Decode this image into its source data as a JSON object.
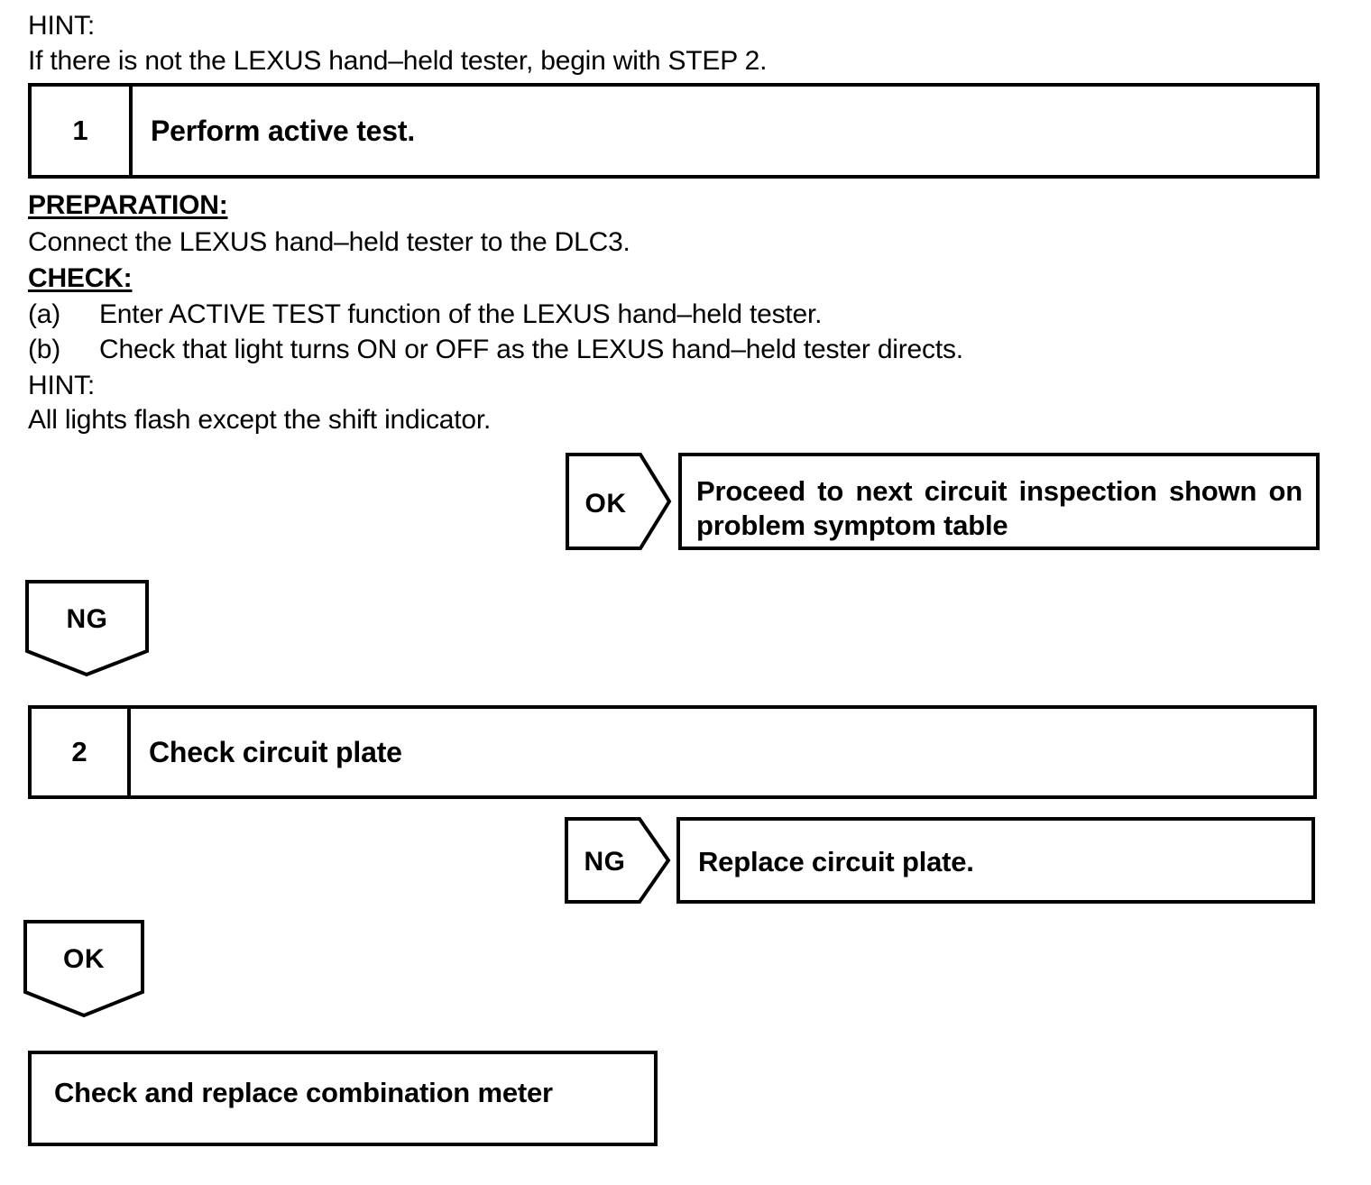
{
  "document": {
    "type": "service-manual-troubleshooting-flowchart",
    "ink_color": "#000000",
    "paper_color": "#ffffff"
  },
  "intro": {
    "hint_label": "HINT:",
    "hint_text": "If there is not the LEXUS hand–held tester, begin with STEP 2."
  },
  "step1": {
    "number": "1",
    "title": "Perform active test."
  },
  "details": {
    "preparation_label": "PREPARATION:",
    "preparation_text": "Connect the LEXUS hand–held tester to the DLC3.",
    "check_label": "CHECK:",
    "check_items": [
      {
        "marker": "(a)",
        "text": "Enter ACTIVE TEST function of the LEXUS hand–held tester."
      },
      {
        "marker": "(b)",
        "text": "Check that light turns ON or OFF as the LEXUS hand–held tester directs."
      }
    ],
    "hint_label": "HINT:",
    "hint_text": "All lights flash except the shift indicator."
  },
  "branch_ok_1": {
    "judgement": "OK",
    "result": "Proceed to next circuit inspection shown on problem symptom table"
  },
  "branch_ng_1": {
    "judgement": "NG"
  },
  "step2": {
    "number": "2",
    "title": "Check circuit plate"
  },
  "branch_ng_2": {
    "judgement": "NG",
    "result": "Replace circuit plate."
  },
  "branch_ok_2": {
    "judgement": "OK"
  },
  "final": {
    "result": "Check and replace combination meter"
  }
}
